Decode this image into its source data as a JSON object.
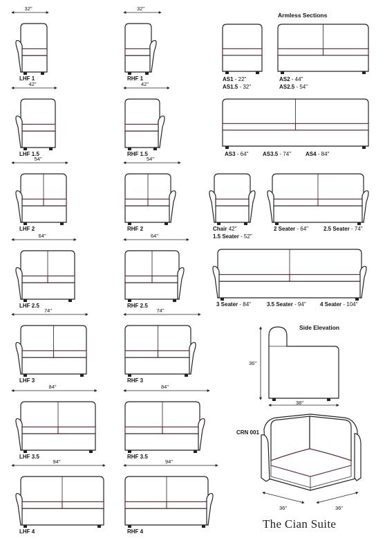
{
  "suite_title": "The Cian Suite",
  "armless_heading": "Armless Sections",
  "side_elevation_heading": "Side Elevation",
  "left_column": [
    {
      "label": "LHF 1",
      "dim": "32\""
    },
    {
      "label": "LHF 1.5",
      "dim": "42\""
    },
    {
      "label": "LHF 2",
      "dim": "54\""
    },
    {
      "label": "LHF 2.5",
      "dim": "64\""
    },
    {
      "label": "LHF 3",
      "dim": "74\""
    },
    {
      "label": "LHF 3.5",
      "dim": "84\""
    },
    {
      "label": "LHF 4",
      "dim": "94\""
    }
  ],
  "right_column": [
    {
      "label": "RHF 1",
      "dim": "32\""
    },
    {
      "label": "RHF 1.5",
      "dim": "42\""
    },
    {
      "label": "RHF 2",
      "dim": "54\""
    },
    {
      "label": "RHF 2.5",
      "dim": "64\""
    },
    {
      "label": "RHF 3",
      "dim": "74\""
    },
    {
      "label": "RHF 3.5",
      "dim": "84\""
    },
    {
      "label": "RHF 4",
      "dim": "94\""
    }
  ],
  "armless": [
    {
      "code": "AS1",
      "size": "- 22\""
    },
    {
      "code": "AS1.5",
      "size": "- 32\""
    },
    {
      "code": "AS2",
      "size": "- 44\""
    },
    {
      "code": "AS2.5",
      "size": "- 54\""
    },
    {
      "code": "AS3",
      "size": "- 64\""
    },
    {
      "code": "AS3.5",
      "size": "- 74\""
    },
    {
      "code": "AS4",
      "size": "- 84\""
    }
  ],
  "seaters": [
    {
      "code": "Chair",
      "size": "42\""
    },
    {
      "code": "1.5 Seater",
      "size": "- 52\""
    },
    {
      "code": "2 Seater",
      "size": "- 64\""
    },
    {
      "code": "2.5 Seater",
      "size": "- 74\""
    },
    {
      "code": "3 Seater",
      "size": "- 84\""
    },
    {
      "code": "3.5 Seater",
      "size": "- 94\""
    },
    {
      "code": "4 Seater",
      "size": "- 104\""
    }
  ],
  "side_elevation": {
    "height": "36\"",
    "depth": "38\""
  },
  "corner": {
    "code": "CRN 001",
    "left": "36\"",
    "right": "36\""
  }
}
